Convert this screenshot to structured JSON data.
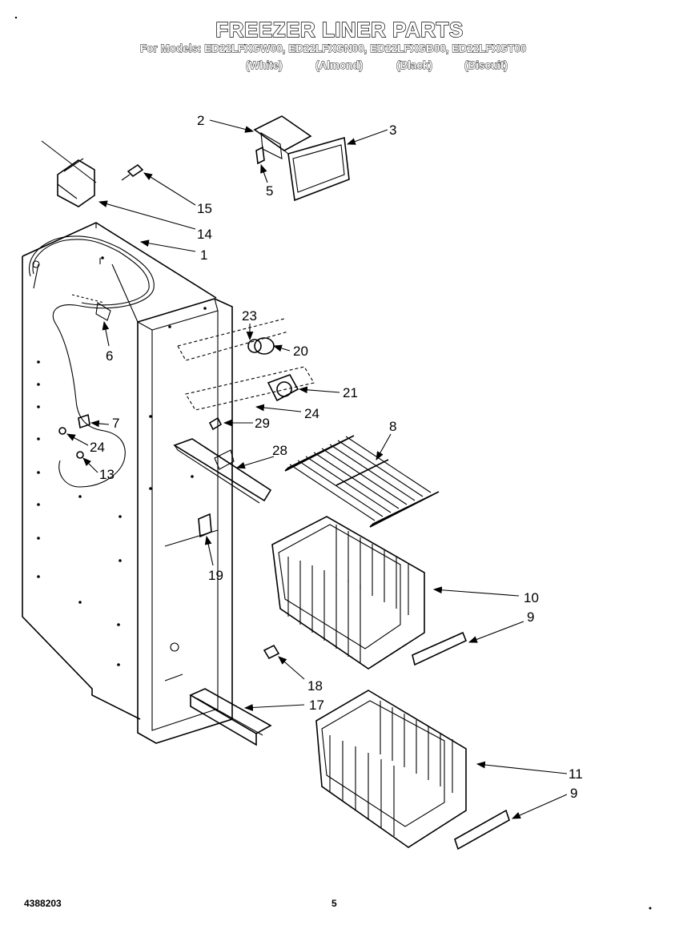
{
  "header": {
    "title": "FREEZER LINER PARTS",
    "models_line": "For Models: ED22LFXGW00, ED22LFXGN00, ED22LFXGB00, ED22LFXGT00",
    "colors": [
      "(White)",
      "(Almond)",
      "(Black)",
      "(Biscuit)"
    ]
  },
  "callouts": [
    "2",
    "3",
    "5",
    "15",
    "14",
    "1",
    "23",
    "20",
    "21",
    "24",
    "6",
    "7",
    "29",
    "24",
    "13",
    "28",
    "8",
    "19",
    "10",
    "9",
    "18",
    "17",
    "11",
    "9"
  ],
  "footer": {
    "doc_number": "4388203",
    "page_number": "5"
  }
}
